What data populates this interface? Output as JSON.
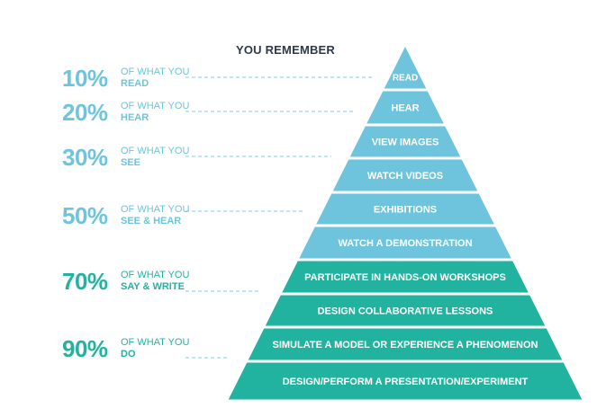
{
  "heading": "YOU REMEMBER",
  "colors": {
    "light": "#6dc4dc",
    "teal": "#22b3a0",
    "dash": "#7fcfe3",
    "title": "#2b3a4a"
  },
  "levels": [
    {
      "percent": "10%",
      "line1": "OF WHAT YOU",
      "line2": "READ",
      "color": "light"
    },
    {
      "percent": "20%",
      "line1": "OF WHAT YOU",
      "line2": "HEAR",
      "color": "light"
    },
    {
      "percent": "30%",
      "line1": "OF WHAT YOU",
      "line2": "SEE",
      "color": "light"
    },
    {
      "percent": "50%",
      "line1": "OF WHAT YOU",
      "line2": "SEE & HEAR",
      "color": "light"
    },
    {
      "percent": "70%",
      "line1": "OF WHAT YOU",
      "line2": "SAY & WRITE",
      "color": "teal"
    },
    {
      "percent": "90%",
      "line1": "OF WHAT YOU",
      "line2": "DO",
      "color": "teal"
    }
  ],
  "tiers": [
    {
      "label": "READ",
      "color": "light"
    },
    {
      "label": "HEAR",
      "color": "light"
    },
    {
      "label": "VIEW IMAGES",
      "color": "light"
    },
    {
      "label": "WATCH VIDEOS",
      "color": "light"
    },
    {
      "label": "EXHIBITIONS",
      "color": "light"
    },
    {
      "label": "WATCH A DEMONSTRATION",
      "color": "light"
    },
    {
      "label": "PARTICIPATE IN HANDS-ON WORKSHOPS",
      "color": "teal"
    },
    {
      "label": "DESIGN COLLABORATIVE LESSONS",
      "color": "teal"
    },
    {
      "label": "SIMULATE A MODEL OR EXPERIENCE A PHENOMENON",
      "color": "teal"
    },
    {
      "label": "DESIGN/PERFORM A PRESENTATION/EXPERIMENT",
      "color": "teal"
    }
  ]
}
